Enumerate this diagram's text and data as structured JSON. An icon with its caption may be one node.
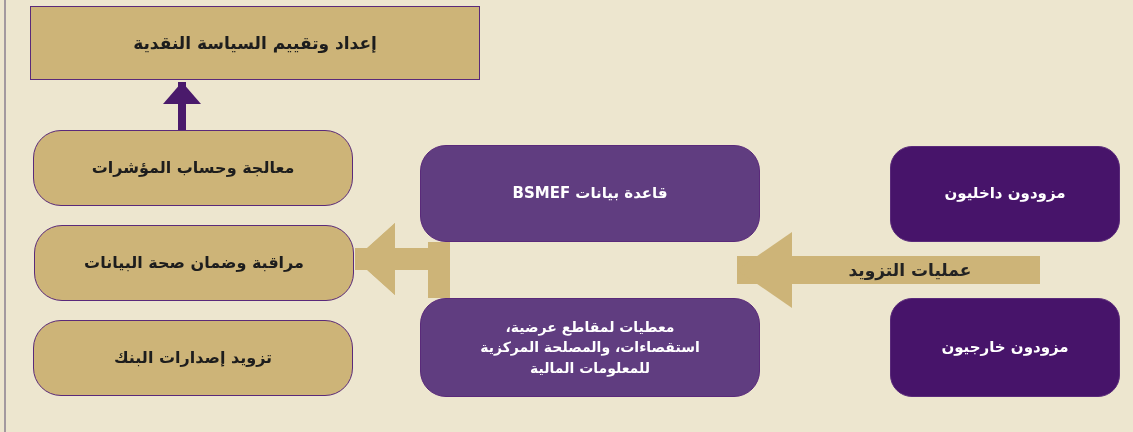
{
  "diagram": {
    "nodes": [
      {
        "text": [
          "إعداد وتقييم السياسة النقدية"
        ]
      },
      {
        "text": [
          "معالجة وحساب المؤشرات"
        ]
      },
      {
        "text": [
          "مراقبة وضمان صحة البيانات"
        ]
      },
      {
        "text": [
          "تزويد إصدارات البنك"
        ]
      },
      {
        "text": [
          "قاعدة بيانات BSMEF"
        ]
      },
      {
        "text": [
          "معطيات لمقاطع عرضية، استقصاءات، والمصلحة المركزية للمعلومات المالية"
        ]
      },
      {
        "text": [
          "مزودون داخليون"
        ]
      },
      {
        "text": [
          "مزودون خارجيون"
        ]
      }
    ],
    "edges": [
      {
        "from": 1,
        "to": 0,
        "arrow": "to",
        "color": "#4a1a6b"
      },
      {
        "from": 6,
        "to": 4,
        "arrow": "to",
        "label": "عمليات التزويد"
      },
      {
        "from": 6,
        "to": 5,
        "arrow": "to"
      },
      {
        "from": 7,
        "to": 4,
        "arrow": "to"
      },
      {
        "from": 7,
        "to": 5,
        "arrow": "to"
      },
      {
        "from": 4,
        "to": 2,
        "arrow": "to"
      },
      {
        "from": 5,
        "to": 2,
        "arrow": "to"
      }
    ]
  }
}
